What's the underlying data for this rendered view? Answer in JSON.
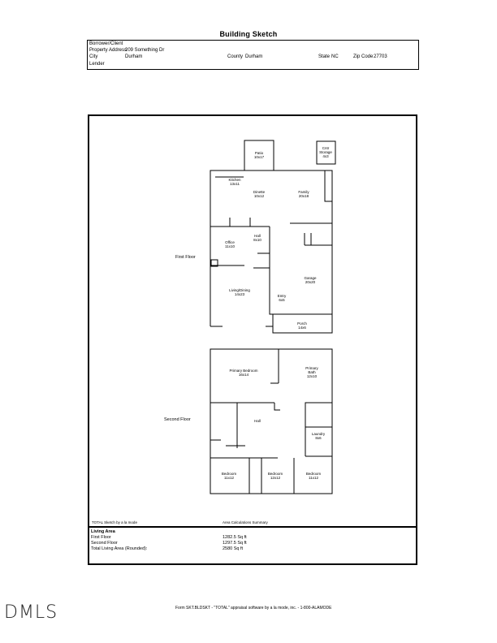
{
  "title": "Building Sketch",
  "header": {
    "borrower_label": "Borrower/Client",
    "borrower_value": "",
    "property_label": "Property Address",
    "property_value": "209 Something Dr",
    "city_label": "City",
    "city_value": "Durham",
    "county_label": "County",
    "county_value": "Durham",
    "state_label": "State",
    "state_value": "NC",
    "zip_label": "Zip Code",
    "zip_value": "27703",
    "lender_label": "Lender"
  },
  "sketch": {
    "first_floor_label": "First Floor",
    "second_floor_label": "Second Floor",
    "first_floor_rooms": [
      {
        "name": "Patio",
        "dims": "10x17"
      },
      {
        "name": "Cntr Storage",
        "dims": "4x3"
      },
      {
        "name": "Kitchen",
        "dims": "13x11"
      },
      {
        "name": "Dinette",
        "dims": "10x12"
      },
      {
        "name": "Family",
        "dims": "20x18"
      },
      {
        "name": "Hall",
        "dims": "8x10"
      },
      {
        "name": "Office",
        "dims": "11x10"
      },
      {
        "name": "Living/Dining",
        "dims": "14x23"
      },
      {
        "name": "Entry",
        "dims": "6x5"
      },
      {
        "name": "Garage",
        "dims": "20x20"
      },
      {
        "name": "Porch",
        "dims": "14x6"
      }
    ],
    "second_floor_rooms": [
      {
        "name": "Primary Bedroom",
        "dims": "16x14"
      },
      {
        "name": "Primary Bath",
        "dims": "12x10"
      },
      {
        "name": "Hall",
        "dims": ""
      },
      {
        "name": "Laundry",
        "dims": "8x6"
      },
      {
        "name": "Bedroom",
        "dims": "11x12"
      },
      {
        "name": "Bedroom",
        "dims": "12x12"
      },
      {
        "name": "Bedroom",
        "dims": "11x12"
      }
    ]
  },
  "summary": {
    "left_header": "TOTAL Sketch by a la mode",
    "center_header": "Area Calculations Summary",
    "living_area_label": "Living Area",
    "rows": [
      {
        "label": "First Floor",
        "value": "1282.5 Sq ft"
      },
      {
        "label": "Second Floor",
        "value": "1297.5 Sq ft"
      },
      {
        "label": "Total Living Area (Rounded):",
        "value": "2580 Sq ft"
      }
    ]
  },
  "footer": {
    "logo": "DMLS",
    "text": "Form SKT.BLDSKT - \"TOTAL\" appraisal software by a la mode, inc. - 1-800-ALAMODE"
  }
}
